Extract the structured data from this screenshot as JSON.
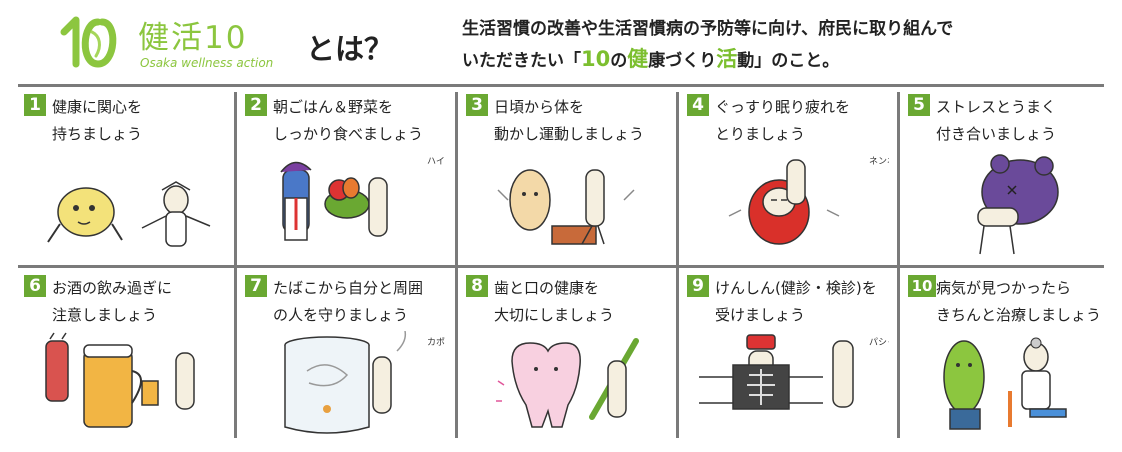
{
  "header": {
    "logo_title": "健活10",
    "logo_subtitle": "Osaka wellness action",
    "headline": "とは？",
    "description_line1": "生活習慣の改善や生活習慣病の予防等に向け、府民に取り組んで",
    "description_line2_pre": "いただきたい「",
    "description_line2_em1": "10",
    "description_line2_mid1": "の",
    "description_line2_em2": "健",
    "description_line2_mid2": "康づくり",
    "description_line2_em3": "活",
    "description_line2_post": "動」のこと。"
  },
  "colors": {
    "accent_green": "#6aa832",
    "logo_green": "#8cc63f",
    "divider": "#7a7a7a"
  },
  "actions": [
    {
      "num": "1",
      "line1": "健康に関心を",
      "line2": "持ちましょう",
      "icon": "brain-mascot-figures-icon",
      "sfx": ""
    },
    {
      "num": "2",
      "line1": "朝ごはん＆野菜を",
      "line2": "しっかり食べましょう",
      "icon": "vegetable-basket-icon",
      "sfx": "ハイ"
    },
    {
      "num": "3",
      "line1": "日頃から体を",
      "line2": "動かし運動しましょう",
      "icon": "step-exercise-icon",
      "sfx": ""
    },
    {
      "num": "4",
      "line1": "ぐっすり眠り疲れを",
      "line2": "とりましょう",
      "icon": "daruma-sleep-icon",
      "sfx": "ネンネン"
    },
    {
      "num": "5",
      "line1": "ストレスとうまく",
      "line2": "付き合いましょう",
      "icon": "stress-monster-icon",
      "sfx": ""
    },
    {
      "num": "6",
      "line1": "お酒の飲み過ぎに",
      "line2": "注意しましょう",
      "icon": "beer-mug-icon",
      "sfx": ""
    },
    {
      "num": "7",
      "line1": "たばこから自分と周囲",
      "line2": "の人を守りましょう",
      "icon": "smoke-jar-icon",
      "sfx": "カポ"
    },
    {
      "num": "8",
      "line1": "歯と口の健康を",
      "line2": "大切にしましょう",
      "icon": "tooth-brush-icon",
      "sfx": ""
    },
    {
      "num": "9",
      "line1": "けんしん(健診・検診)を",
      "line2": "受けましょう",
      "icon": "xray-checkup-icon",
      "sfx": "パシャ"
    },
    {
      "num": "10",
      "line1": "病気が見つかったら",
      "line2": "きちんと治療しましょう",
      "icon": "doctor-consult-icon",
      "sfx": ""
    }
  ]
}
